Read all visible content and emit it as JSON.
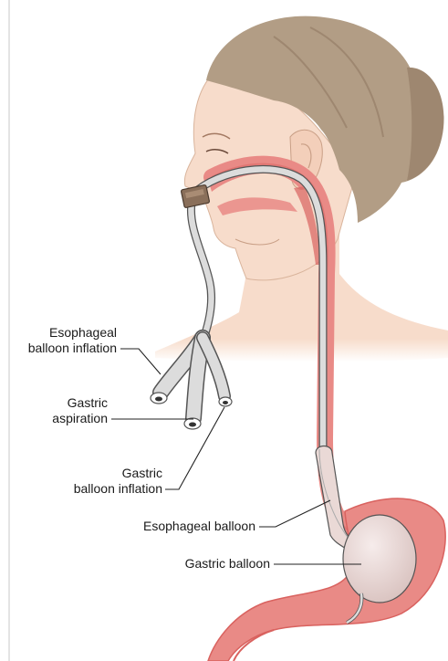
{
  "labels": {
    "esophageal_balloon_inflation": [
      "Esophageal",
      "balloon inflation"
    ],
    "gastric_aspiration": [
      "Gastric",
      "aspiration"
    ],
    "gastric_balloon_inflation": [
      "Gastric",
      "balloon inflation"
    ],
    "esophageal_balloon": "Esophageal balloon",
    "gastric_balloon": "Gastric balloon"
  },
  "colors": {
    "skin": "#f7dccb",
    "skin_shadow": "#efc6ae",
    "hair": "#b29d85",
    "hair_shadow": "#9e8770",
    "tissue": "#e98a86",
    "tissue_dark": "#d9625f",
    "tube": "#dcdcdc",
    "tube_outline": "#555555",
    "balloon": "#ead9d6",
    "leader": "#222222"
  },
  "icons": {
    "tube_clamp": "nasal-clamp-icon"
  }
}
